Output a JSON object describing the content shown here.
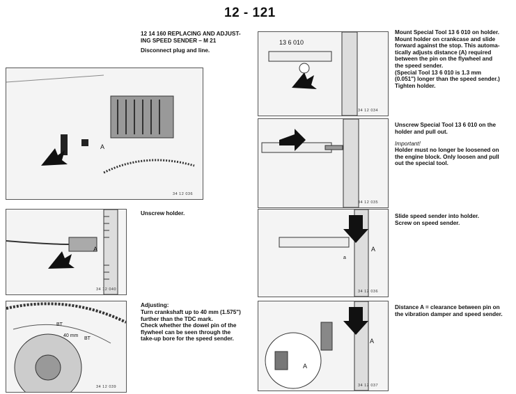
{
  "page_title": "12 - 121",
  "section": {
    "heading": "12 14 160  REPLACING AND ADJUST-\n                 ING SPEED SENDER – M 21",
    "step1": "Disconnect plug and line.",
    "step2": "Unscrew holder.",
    "step3_heading": "Adjusting:",
    "step3": "Turn crankshaft up to 40 mm (1.575\")\nfurther than the TDC mark.\nCheck whether the dowel pin of the\nflywheel can be seen through the\ntake-up bore for the speed sender.",
    "step4": "Mount Special Tool 13 6 010 on holder.\nMount holder on crankcase and slide\nforward against the stop. This automa-\ntically adjusts distance (A) required\nbetween the pin on the flywheel and\nthe speed sender.\n(Special Tool 13 6 010 is 1.3 mm\n(0.051\") longer than the speed sender.)\nTighten holder.",
    "step5": "Unscrew Special Tool 13 6 010 on the\nholder and pull out.",
    "important_label": "Important!",
    "important_text": "Holder must no longer be loosened on\nthe engine block. Only loosen and pull\nout the special tool.",
    "step6": "Slide speed sender into holder.\nScrew on speed sender.",
    "step7": "Distance A = clearance between pin on\nthe vibration damper and speed sender."
  },
  "figures": [
    {
      "number": "34 12 036",
      "labels": [
        "A"
      ]
    },
    {
      "number": "34 12 040",
      "labels": [
        "A"
      ]
    },
    {
      "number": "34 12 039",
      "labels": [
        "BT",
        "40 mm",
        "BT"
      ]
    },
    {
      "number": "34 12 034",
      "labels": [
        "13 6 010"
      ]
    },
    {
      "number": "34 12 035",
      "labels": []
    },
    {
      "number": "34 12 036",
      "labels": [
        "A",
        "a"
      ]
    },
    {
      "number": "34 12 037",
      "labels": [
        "A",
        "A"
      ]
    }
  ]
}
